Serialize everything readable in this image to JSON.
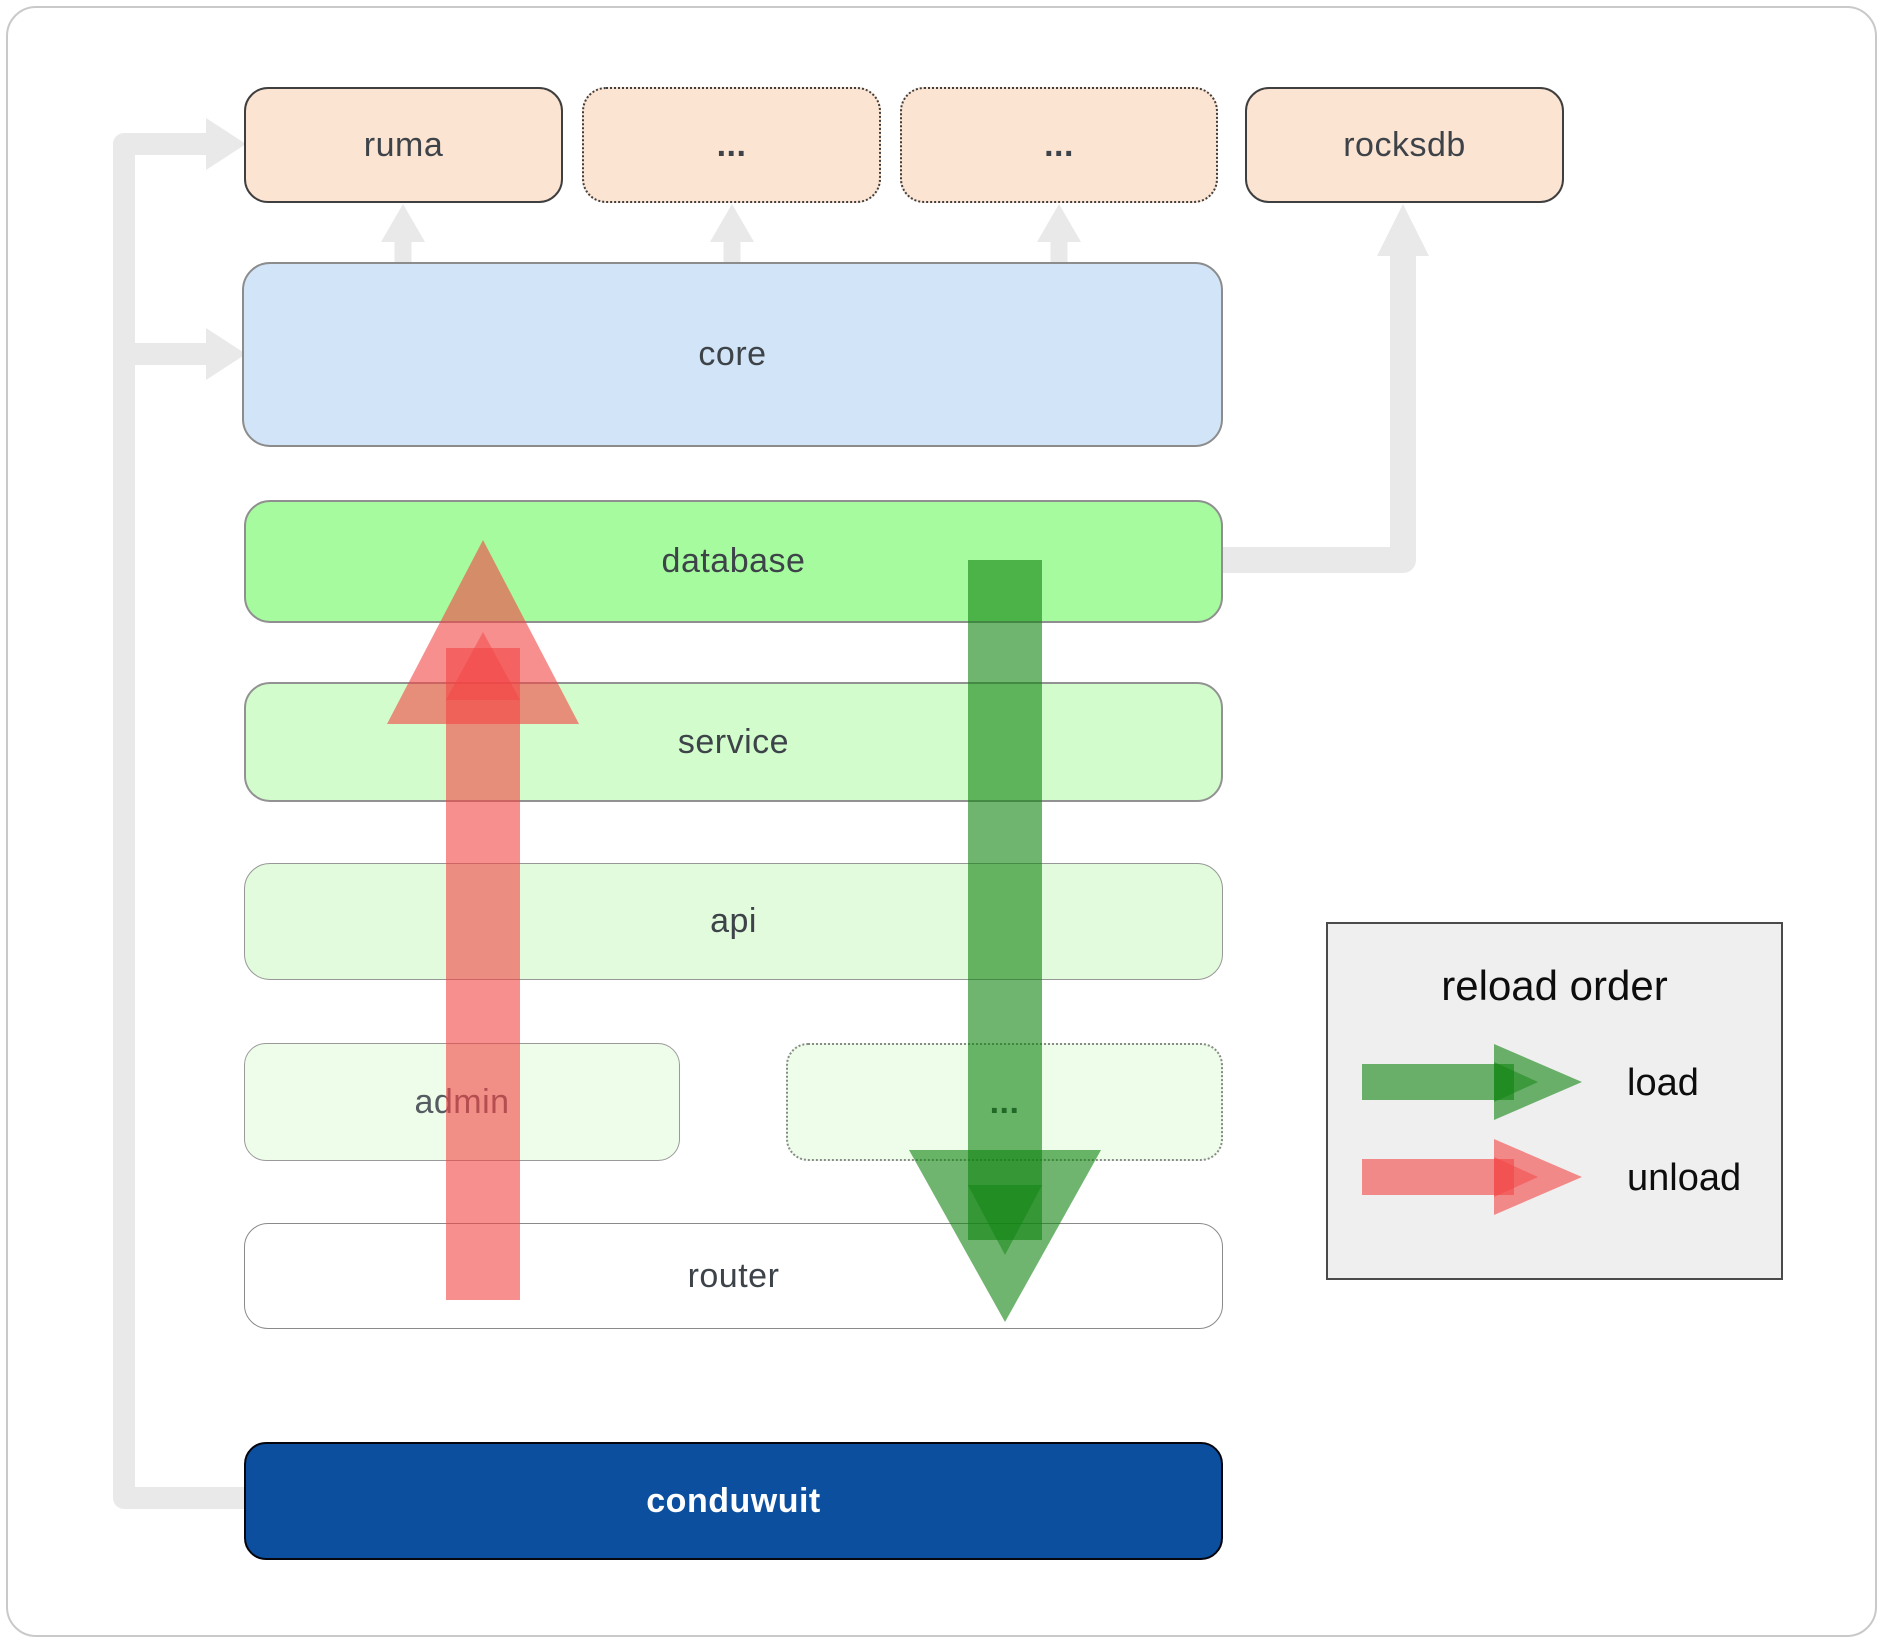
{
  "diagram": {
    "top_row": [
      {
        "label": "ruma",
        "border": "solid"
      },
      {
        "label": "...",
        "border": "dotted"
      },
      {
        "label": "...",
        "border": "dotted"
      },
      {
        "label": "rocksdb",
        "border": "solid"
      }
    ],
    "stack": [
      {
        "label": "core",
        "color": "#d2e4f7"
      },
      {
        "label": "database",
        "color": "#a5fb9d"
      },
      {
        "label": "service",
        "color": "#d2fccb"
      },
      {
        "label": "api",
        "color": "#e2fbdc"
      },
      {
        "label": "admin",
        "color": "#eefde9"
      },
      {
        "label": "...",
        "color": "#eefde9"
      },
      {
        "label": "router",
        "color": "#ffffff"
      },
      {
        "label": "conduwuit",
        "color": "#0b4f9e"
      }
    ],
    "arrows": {
      "load": {
        "color": "#0f840f",
        "direction": "down",
        "from": "database",
        "to": "router"
      },
      "unload": {
        "color": "#f34444",
        "direction": "up",
        "from": "router",
        "to": "database"
      },
      "connector_color": "#e9e9e9"
    }
  },
  "legend": {
    "title": "reload order",
    "items": [
      {
        "label": "load",
        "color": "#0f840f"
      },
      {
        "label": "unload",
        "color": "#f34444"
      }
    ]
  }
}
